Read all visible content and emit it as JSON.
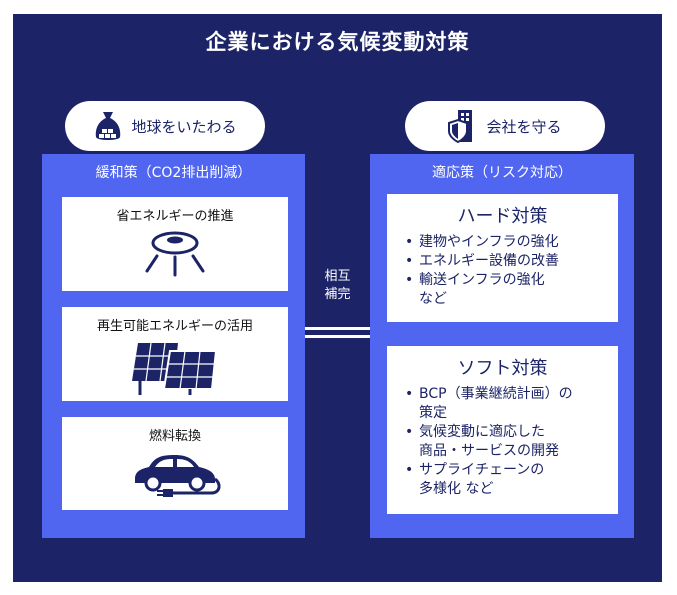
{
  "title": "企業における気候変動対策",
  "left_pill": {
    "label": "地球をいたわる",
    "icon": "money-bag-icon"
  },
  "right_pill": {
    "label": "会社を守る",
    "icon": "building-shield-icon"
  },
  "mitigation": {
    "title": "緩和策（CO2排出削減）",
    "cards": [
      {
        "label": "省エネルギーの推進",
        "icon": "ceiling-light-icon"
      },
      {
        "label": "再生可能エネルギーの活用",
        "icon": "solar-panel-icon"
      },
      {
        "label": "燃料転換",
        "icon": "electric-car-icon"
      }
    ]
  },
  "mutual": {
    "line1": "相互",
    "line2": "補完"
  },
  "adaptation": {
    "title": "適応策（リスク対応）",
    "hard": {
      "title": "ハード対策",
      "items": [
        [
          "建物やインフラの強化"
        ],
        [
          "エネルギー設備の改善"
        ],
        [
          "輸送インフラの強化",
          "など"
        ]
      ]
    },
    "soft": {
      "title": "ソフト対策",
      "items": [
        [
          "BCP（事業継続計画）の",
          "策定"
        ],
        [
          "気候変動に適応した",
          "商品・サービスの開発"
        ],
        [
          "サプライチェーンの",
          "多様化 など"
        ]
      ]
    }
  },
  "colors": {
    "navy": "#1c2467",
    "blue": "#5065f0",
    "white": "#ffffff"
  }
}
